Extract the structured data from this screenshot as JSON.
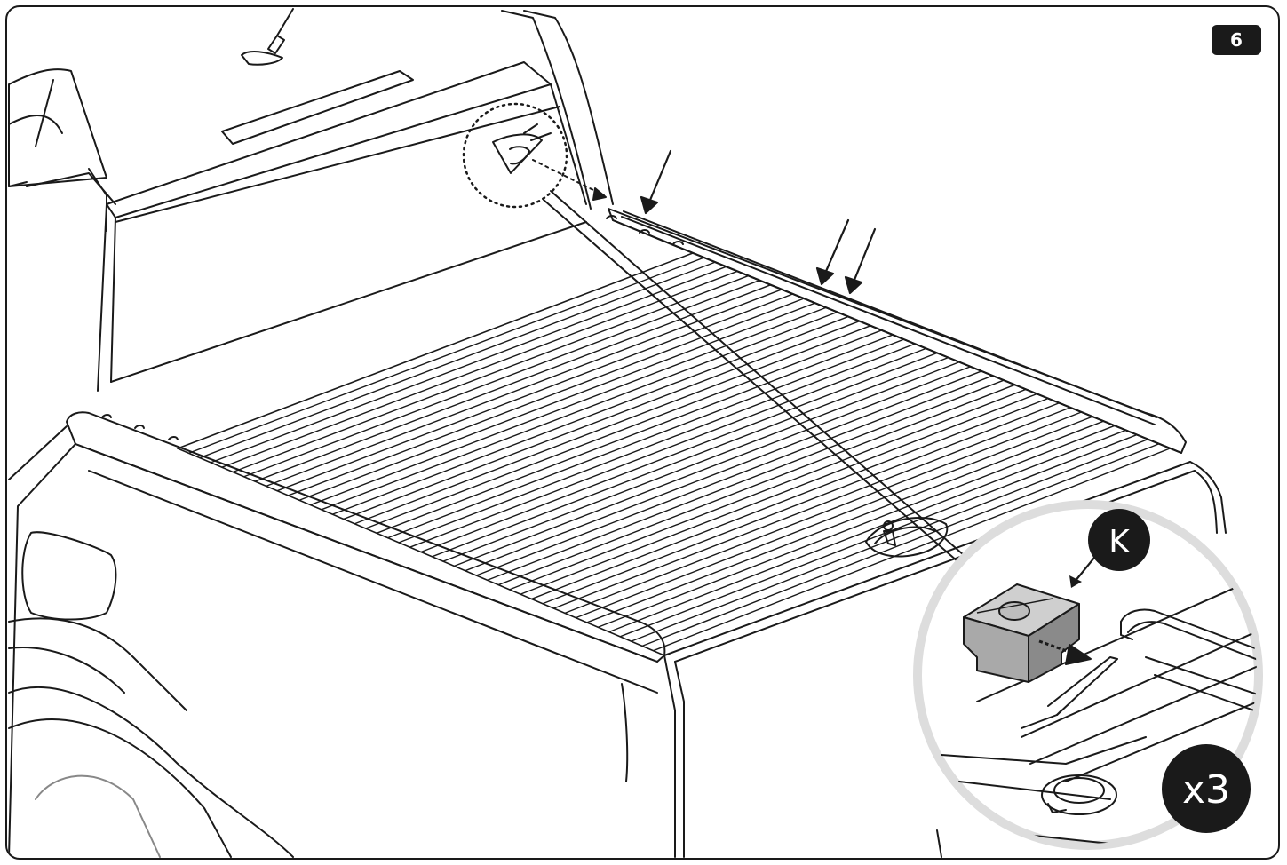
{
  "step": {
    "number": "6"
  },
  "detail": {
    "part_letter": "K",
    "quantity": "x3"
  }
}
